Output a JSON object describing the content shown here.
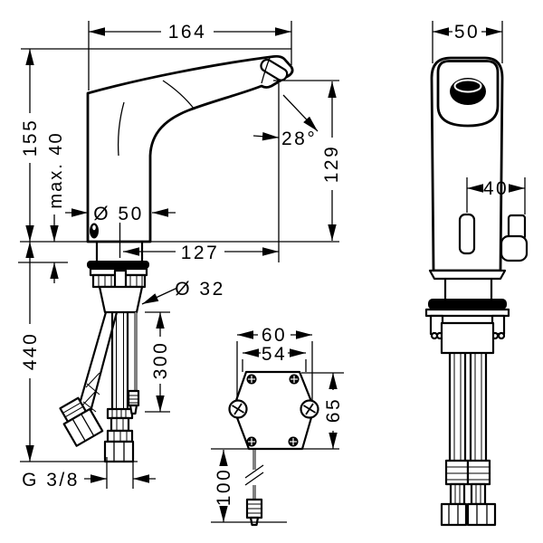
{
  "drawing_colors": {
    "line": "#000000",
    "background": "#ffffff"
  },
  "side_view": {
    "dim_overall_width": "164",
    "dim_overall_height": "155",
    "dim_max_mounting_thickness": "max. 40",
    "dim_body_diameter": "Ø 50",
    "dim_spout_angle": "28°",
    "dim_outlet_height": "129",
    "dim_spout_reach": "127",
    "dim_hose_drop": "440",
    "dim_shank_diameter": "Ø 32",
    "dim_cable_length": "300",
    "dim_thread_size": "G 3/8"
  },
  "front_view": {
    "dim_body_width": "50",
    "dim_side_offset": "40"
  },
  "bracket_detail": {
    "dim_outer_width": "60",
    "dim_inner_width": "54",
    "dim_height": "65",
    "dim_cable_extension": "100"
  }
}
